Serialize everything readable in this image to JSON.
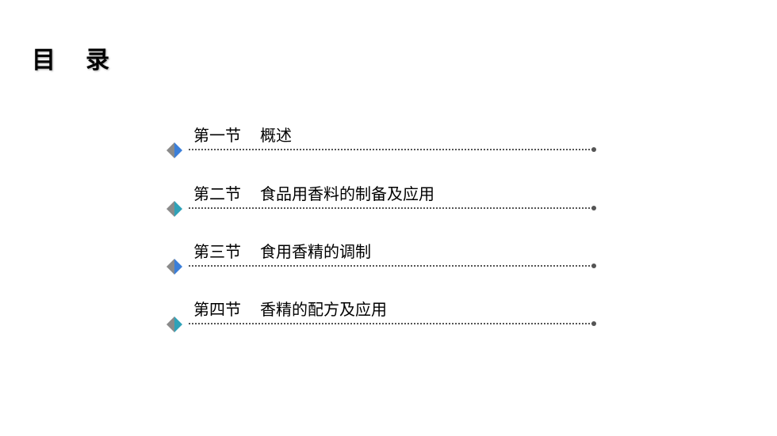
{
  "title": {
    "chars": [
      "目",
      "录"
    ]
  },
  "toc": [
    {
      "section": "第一节",
      "label": "概述",
      "accent": "#3b7fd9"
    },
    {
      "section": "第二节",
      "label": "食品用香料的制备及应用",
      "accent": "#2fa2b8"
    },
    {
      "section": "第三节",
      "label": "食用香精的调制",
      "accent": "#3b7fd9"
    },
    {
      "section": "第四节",
      "label": "香精的配方及应用",
      "accent": "#2fa2b8"
    }
  ],
  "colors": {
    "diamond_left": "#8a8a8a",
    "leader": "#555555"
  }
}
